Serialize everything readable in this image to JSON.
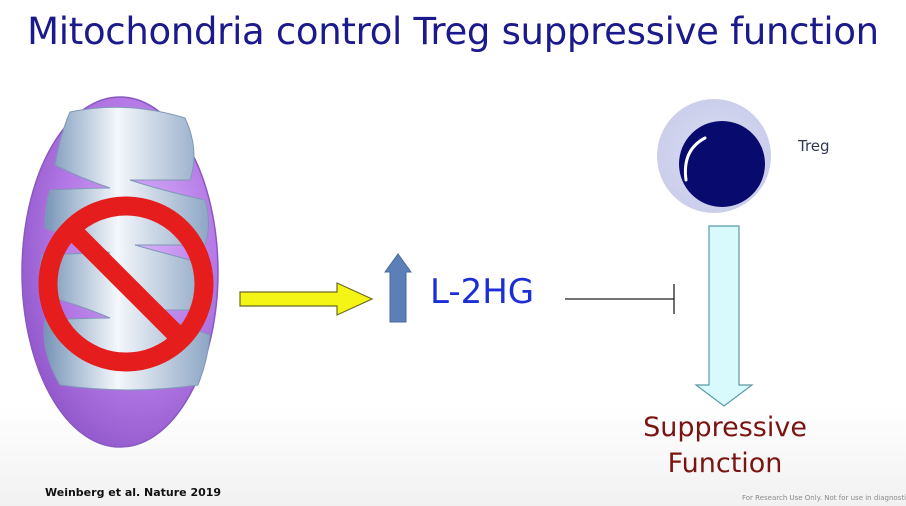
{
  "slide": {
    "title": "Mitochondria control Treg suppressive function",
    "metabolite_label": "L-2HG",
    "cell_label": "Treg",
    "outcome_line1": "Suppressive",
    "outcome_line2": "Function",
    "citation": "Weinberg et al. Nature 2019",
    "disclaimer": "For Research Use Only. Not for use in diagnostic"
  },
  "colors": {
    "title": "#1b1a8c",
    "mitochondrion": "#b57ae6",
    "prohibition_sign": "#e51d1d",
    "yellow_arrow": "#f5f515",
    "up_arrow": "#5b7fb6",
    "metabolite_text": "#1c2fd6",
    "treg_nucleus": "#090a6e",
    "down_arrow": "#d9fafd",
    "outcome_text": "#7a1410"
  },
  "icons": [
    "mitochondrion-icon",
    "prohibition-icon",
    "treg-cell-icon"
  ]
}
